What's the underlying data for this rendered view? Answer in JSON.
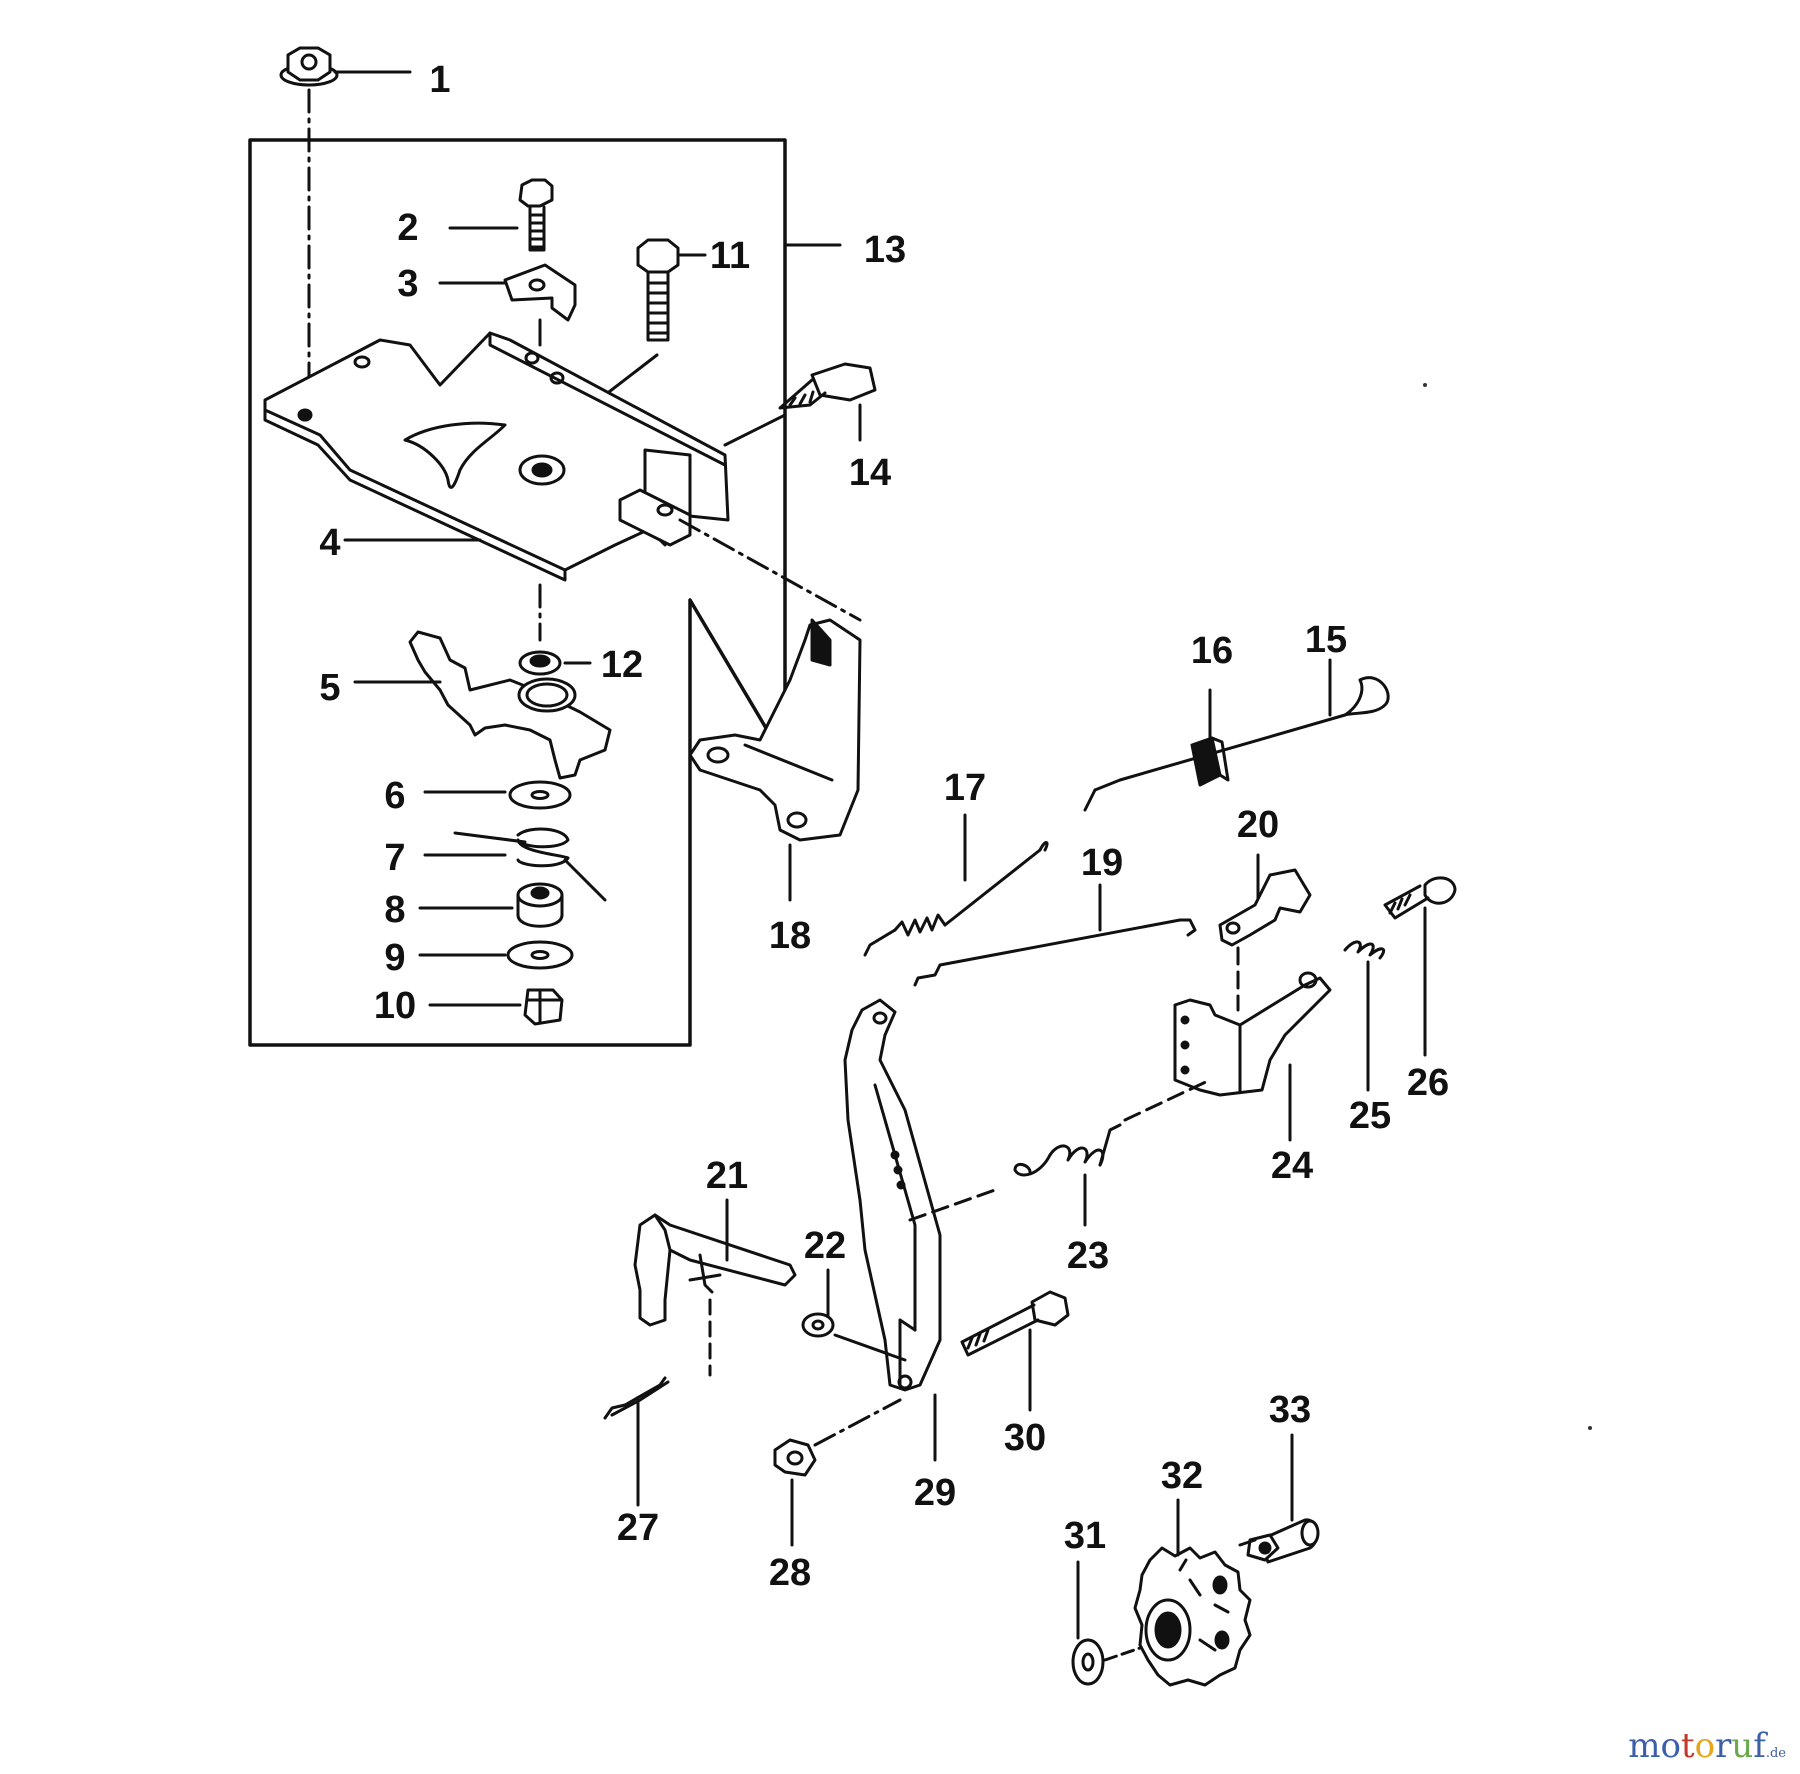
{
  "diagram": {
    "callouts": {
      "c1": "1",
      "c2": "2",
      "c3": "3",
      "c4": "4",
      "c5": "5",
      "c6": "6",
      "c7": "7",
      "c8": "8",
      "c9": "9",
      "c10": "10",
      "c11": "11",
      "c12": "12",
      "c13": "13",
      "c14": "14",
      "c15": "15",
      "c16": "16",
      "c17": "17",
      "c18": "18",
      "c19": "19",
      "c20": "20",
      "c21": "21",
      "c22": "22",
      "c23": "23",
      "c24": "24",
      "c25": "25",
      "c26": "26",
      "c27": "27",
      "c28": "28",
      "c29": "29",
      "c30": "30",
      "c31": "31",
      "c32": "32",
      "c33": "33"
    }
  },
  "watermark": {
    "letters": [
      "m",
      "o",
      "t",
      "o",
      "r",
      "u",
      "f"
    ],
    "colors": [
      "#3b5fa8",
      "#3b5fa8",
      "#c0392b",
      "#e6a619",
      "#3b5fa8",
      "#6aa84f",
      "#3b5fa8"
    ],
    "suffix": ".de"
  }
}
